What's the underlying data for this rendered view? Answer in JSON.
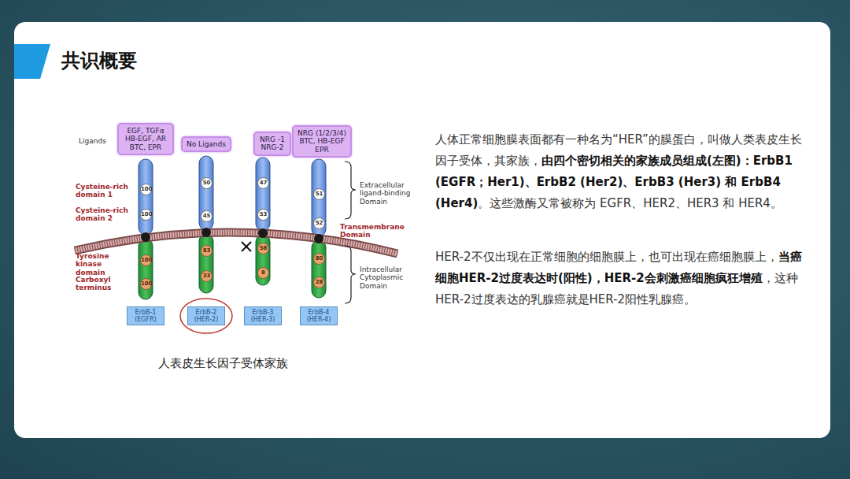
{
  "diagram": {
    "title": "共识概要",
    "caption": "人表皮生长因子受体家族",
    "nodes": [
      {
        "text": [
          "EGF, TGFα HB-EGF, AR BTC, EPR"
        ]
      },
      {
        "text": [
          "No Ligands"
        ]
      },
      {
        "text": [
          "NRG -1 NRG-2"
        ]
      },
      {
        "text": [
          "NRG (1/2/3/4) BTC, HB-EGF EPR"
        ]
      },
      {
        "text": [
          "100"
        ]
      },
      {
        "text": [
          "100"
        ]
      },
      {
        "text": [
          "100"
        ]
      },
      {
        "text": [
          "100"
        ]
      },
      {
        "text": [
          "50"
        ]
      },
      {
        "text": [
          "45"
        ]
      },
      {
        "text": [
          "83"
        ]
      },
      {
        "text": [
          "33"
        ]
      },
      {
        "text": [
          "47"
        ]
      },
      {
        "text": [
          "53"
        ]
      },
      {
        "text": [
          "58"
        ]
      },
      {
        "text": [
          "8"
        ]
      },
      {
        "text": [
          "51"
        ]
      },
      {
        "text": [
          "52"
        ]
      },
      {
        "text": [
          "80"
        ]
      },
      {
        "text": [
          "28"
        ]
      },
      {
        "text": [
          "ErbB-1 (EGFR)"
        ]
      },
      {
        "text": [
          "ErbB-2 (HER-2)"
        ]
      },
      {
        "text": [
          "ErbB-3 (HER-3)"
        ]
      },
      {
        "text": [
          "ErbB-4 (HER-4)"
        ]
      }
    ],
    "labels": [
      "Ligands",
      "Cysteine-rich domain 1",
      "Cysteine-rich domain 2",
      "Tyrosine kinase domain",
      "Carboxyl terminus",
      "Extracellular ligand-binding Domain",
      "Transmembrane Domain",
      "Intracellular Cytoplasmic Domain",
      "人体正常细胞膜表面都有一种名为“HER”的膜蛋白，叫做人类表皮生长因子受体，其家族，",
      "由四个密切相关的家族成员组成(左图)：ErbB1 (EGFR；Her1)、ErbB2 (Her2)、ErbB3 (Her3) 和 ErbB4 (Her4)",
      "。这些激酶又常被称为 EGFR、HER2、HER3 和 HER4。",
      "HER-2不仅出现在正常细胞的细胞膜上，也可出现在癌细胞膜上，",
      "当癌细胞HER-2过度表达时(阳性)，HER-2会刺激癌细胞疯狂增殖",
      "，这种HER-2过度表达的乳腺癌就是HER-2阳性乳腺癌。"
    ]
  }
}
